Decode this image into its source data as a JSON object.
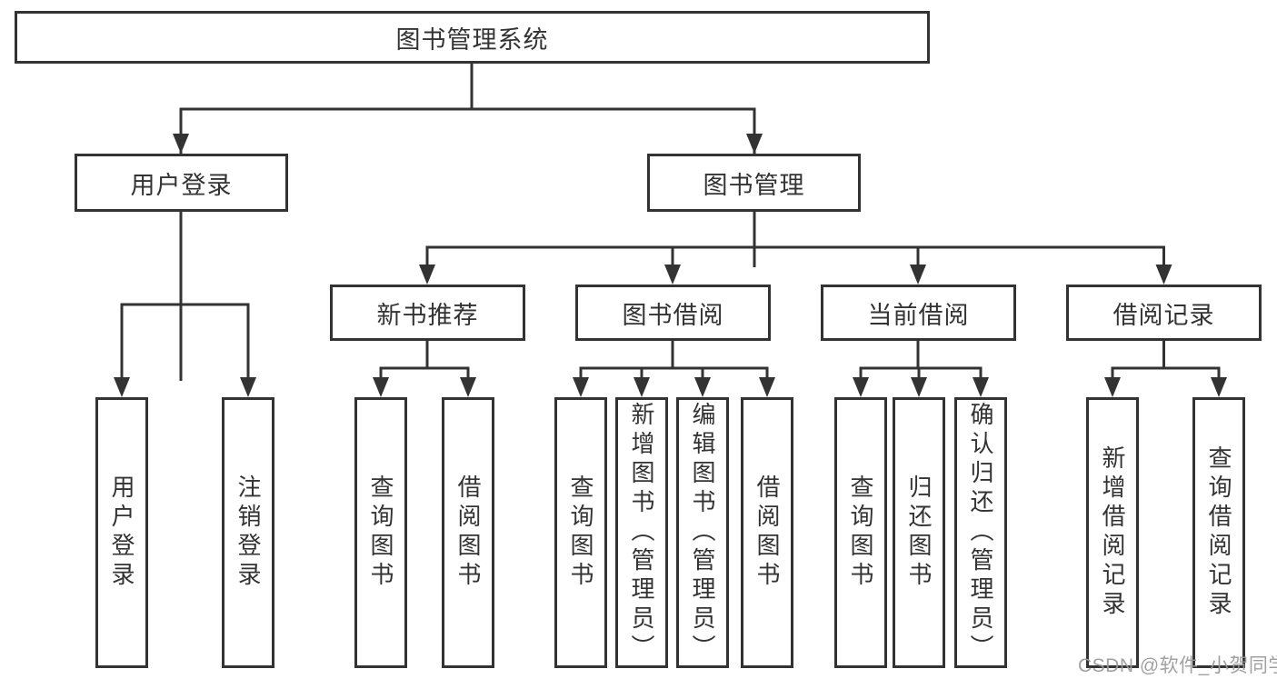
{
  "diagram": {
    "type": "tree",
    "direction": "top-down",
    "tree": {
      "label": "图书管理系统",
      "children": [
        {
          "label": "用户登录",
          "children": [
            {
              "label": "用户登录"
            },
            {
              "label": "注销登录"
            }
          ]
        },
        {
          "label": "图书管理",
          "children": [
            {
              "label": "新书推荐",
              "children": [
                {
                  "label": "查询图书"
                },
                {
                  "label": "借阅图书"
                }
              ]
            },
            {
              "label": "图书借阅",
              "children": [
                {
                  "label": "查询图书"
                },
                {
                  "label": "新增图书（管理员）"
                },
                {
                  "label": "编辑图书（管理员）"
                },
                {
                  "label": "借阅图书"
                }
              ]
            },
            {
              "label": "当前借阅",
              "children": [
                {
                  "label": "查询图书"
                },
                {
                  "label": "归还图书"
                },
                {
                  "label": "确认归还（管理员）"
                }
              ]
            },
            {
              "label": "借阅记录",
              "children": [
                {
                  "label": "新增借阅记录"
                },
                {
                  "label": "查询借阅记录"
                }
              ]
            }
          ]
        }
      ]
    },
    "colors": {
      "line": "#333333",
      "box_border": "#333333",
      "box_fill": "#ffffff",
      "text": "#333333",
      "background": "#ffffff",
      "watermark": "#999999"
    }
  },
  "watermark": {
    "text": "CSDN @软件_小贺同学"
  }
}
